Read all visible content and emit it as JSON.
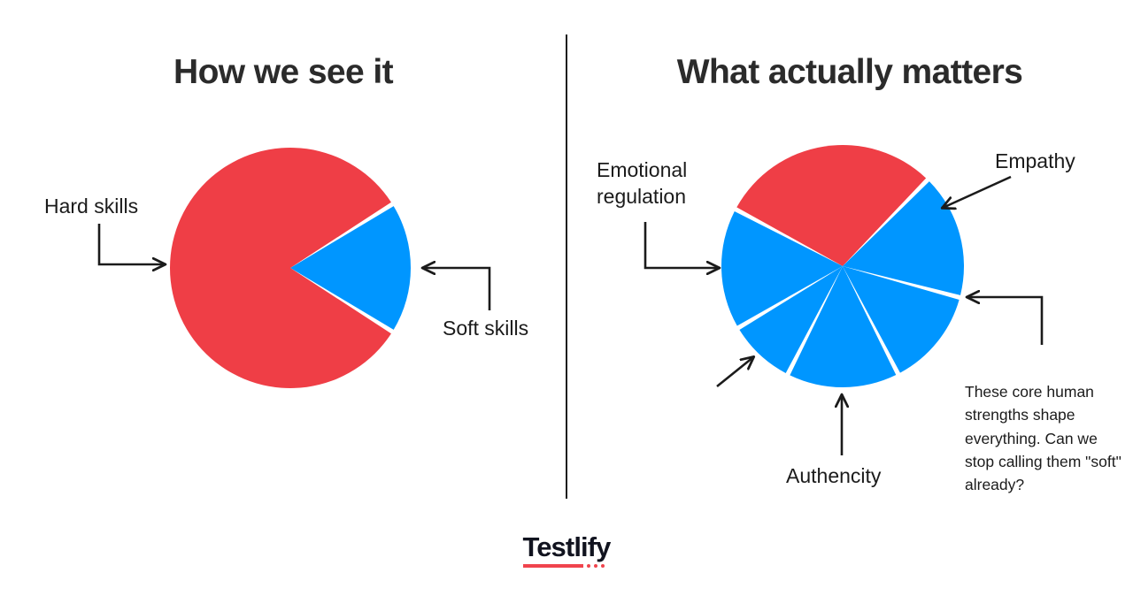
{
  "panels": {
    "left": {
      "title": "How we see it"
    },
    "right": {
      "title": "What actually matters"
    }
  },
  "annotations": {
    "hard_skills": "Hard skills",
    "soft_skills": "Soft skills",
    "emotional_regulation": "Emotional\nregulation",
    "empathy": "Empathy",
    "authencity": "Authencity",
    "core_strengths": "These core human strengths shape everything. Can we stop calling them \"soft\" already?"
  },
  "logo": {
    "text": "Testlify",
    "accent_color": "#f0444d",
    "text_color": "#11131f"
  },
  "colors": {
    "red": "#ef3e46",
    "blue": "#0096ff",
    "ink": "#1b1b1b",
    "title_ink": "#2b2b2b",
    "background": "#ffffff",
    "gap": "#ffffff"
  },
  "chart_data": [
    {
      "type": "pie",
      "id": "how-we-see-it",
      "title": "How we see it",
      "center": [
        328,
        303
      ],
      "radius": 136,
      "start_angle_deg": 32,
      "direction": "counterclockwise",
      "gap_deg": 2.2,
      "labels": [
        "Soft skills",
        "Hard skills"
      ],
      "values": [
        18,
        82
      ],
      "colors": [
        "#0096ff",
        "#ef3e46"
      ],
      "slices": [
        {
          "label": "Soft skills",
          "value": 18,
          "color": "#0096ff",
          "start_deg": 32,
          "end_deg": -32
        },
        {
          "label": "Hard skills",
          "value": 82,
          "color": "#ef3e46",
          "start_deg": -32,
          "end_deg": -328
        }
      ],
      "legend": "none",
      "grid": false
    },
    {
      "type": "pie",
      "id": "what-actually-matters",
      "title": "What actually matters",
      "center": [
        952,
        301
      ],
      "radius": 137,
      "direction": "clockwise",
      "gap_deg": 2.2,
      "labels": [
        "Hard skills",
        "Empathy",
        "These core human strengths shape everything. Can we stop calling them \"soft\" already?",
        "Authencity",
        "",
        "Emotional regulation"
      ],
      "values": [
        29.6,
        16.8,
        13.3,
        15,
        9,
        16.3
      ],
      "colors": [
        "#ef3e46",
        "#0096ff",
        "#0096ff",
        "#0096ff",
        "#0096ff",
        "#0096ff"
      ],
      "slices": [
        {
          "label": "Hard skills",
          "value": 29.6,
          "color": "#ef3e46",
          "start_deg": 152,
          "end_deg": 45.5
        },
        {
          "label": "Empathy",
          "value": 16.8,
          "color": "#0096ff",
          "start_deg": 45.5,
          "end_deg": -15
        },
        {
          "label": "These core human strengths shape everything. Can we stop calling them \"soft\" already?",
          "value": 13.3,
          "color": "#0096ff",
          "start_deg": -15,
          "end_deg": -62.8
        },
        {
          "label": "Authencity",
          "value": 15.0,
          "color": "#0096ff",
          "start_deg": -62.8,
          "end_deg": -116.9
        },
        {
          "label": "",
          "value": 9.0,
          "color": "#0096ff",
          "start_deg": -116.9,
          "end_deg": -149.4
        },
        {
          "label": "Emotional regulation",
          "value": 16.3,
          "color": "#0096ff",
          "start_deg": -149.4,
          "end_deg": -208
        }
      ],
      "legend": "none",
      "grid": false
    }
  ]
}
